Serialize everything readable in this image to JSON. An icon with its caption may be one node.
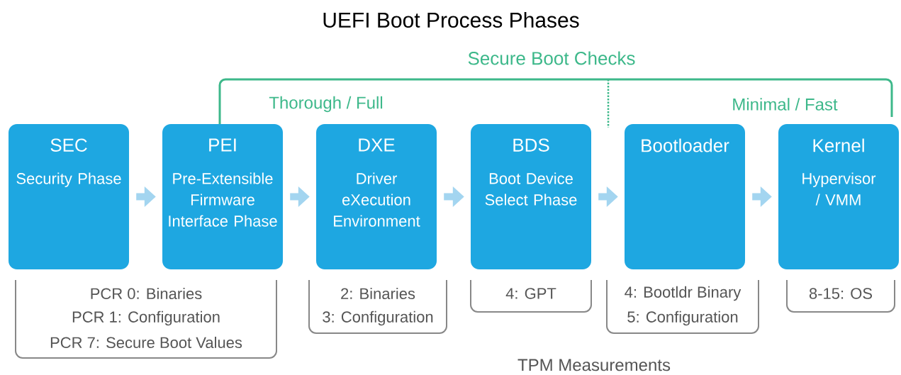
{
  "diagram": {
    "title": "UEFI Boot Process Phases",
    "nodes": [
      {
        "text": [
          "SEC",
          "Security Phase"
        ]
      },
      {
        "text": [
          "PEI",
          "Pre-Extensible Firmware Interface Phase"
        ]
      },
      {
        "text": [
          "DXE",
          "Driver eXecution Environment"
        ]
      },
      {
        "text": [
          "BDS",
          "Boot Device Select Phase"
        ]
      },
      {
        "text": [
          "Bootloader"
        ]
      },
      {
        "text": [
          "Kernel",
          "Hypervisor / VMM"
        ]
      }
    ],
    "edges": [
      {
        "from": 0,
        "to": 1,
        "arrow": "to"
      },
      {
        "from": 1,
        "to": 2,
        "arrow": "to"
      },
      {
        "from": 2,
        "to": 3,
        "arrow": "to"
      },
      {
        "from": 3,
        "to": 4,
        "arrow": "to"
      },
      {
        "from": 4,
        "to": 5,
        "arrow": "to"
      }
    ],
    "labels": [
      "Secure Boot Checks",
      "Thorough / Full",
      "Minimal / Fast",
      "PCR 0: Binaries",
      "PCR 1: Configuration",
      "PCR 7: Secure Boot Values",
      "2: Binaries",
      "3: Configuration",
      "4: GPT",
      "4: Bootldr Binary",
      "5: Configuration",
      "8-15: OS",
      "TPM Measurements"
    ]
  }
}
